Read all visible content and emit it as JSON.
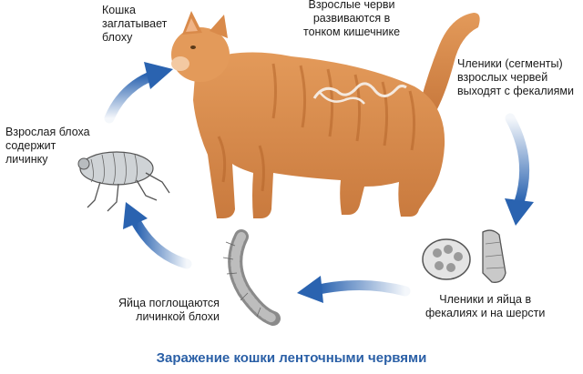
{
  "labels": {
    "cat_swallows": [
      "Кошка",
      "заглатывает",
      "блоху"
    ],
    "worms_develop": [
      "Взрослые черви",
      "развиваются в",
      "тонком кишечнике"
    ],
    "segments_exit": [
      "Членики (сегменты)",
      "взрослых червей",
      "выходят с фекалиями"
    ],
    "adult_flea": [
      "Взрослая блоха",
      "содержит",
      "личинку"
    ],
    "eggs_swallowed": [
      "Яйца поглощаются",
      "личинкой блохи"
    ],
    "segments_in_feces": [
      "Членики и яйца в",
      "фекалиях и на шерсти"
    ]
  },
  "caption": "Заражение кошки ленточными червями",
  "colors": {
    "arrow": "#2a63b0",
    "caption": "#2a5fa6",
    "cat": "#d98a4a"
  }
}
